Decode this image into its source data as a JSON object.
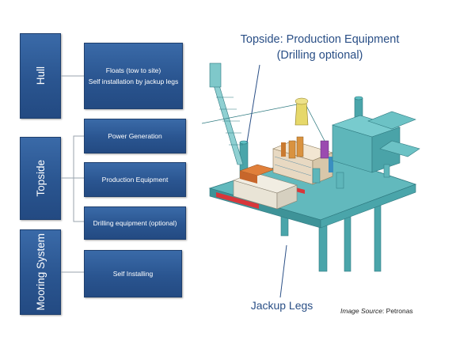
{
  "categories": {
    "hull": "Hull",
    "topside": "Topside",
    "mooring": "Mooring System"
  },
  "items": {
    "hull_line1": "Floats (tow to site)",
    "hull_line2": "Self installation by jackup legs",
    "power": "Power Generation",
    "production": "Production Equipment",
    "drilling": "Drilling equipment (optional)",
    "self_installing": "Self Installing"
  },
  "captions": {
    "topside_line1": "Topside: Production Equipment",
    "topside_line2": "(Drilling optional)",
    "jackup": "Jackup Legs"
  },
  "source": {
    "label": "Image Source",
    "value": ": Petronas"
  },
  "colors": {
    "box_blue": "#2a5590",
    "platform_teal": "#5fb3b6",
    "caption_blue": "#2a4f86"
  }
}
